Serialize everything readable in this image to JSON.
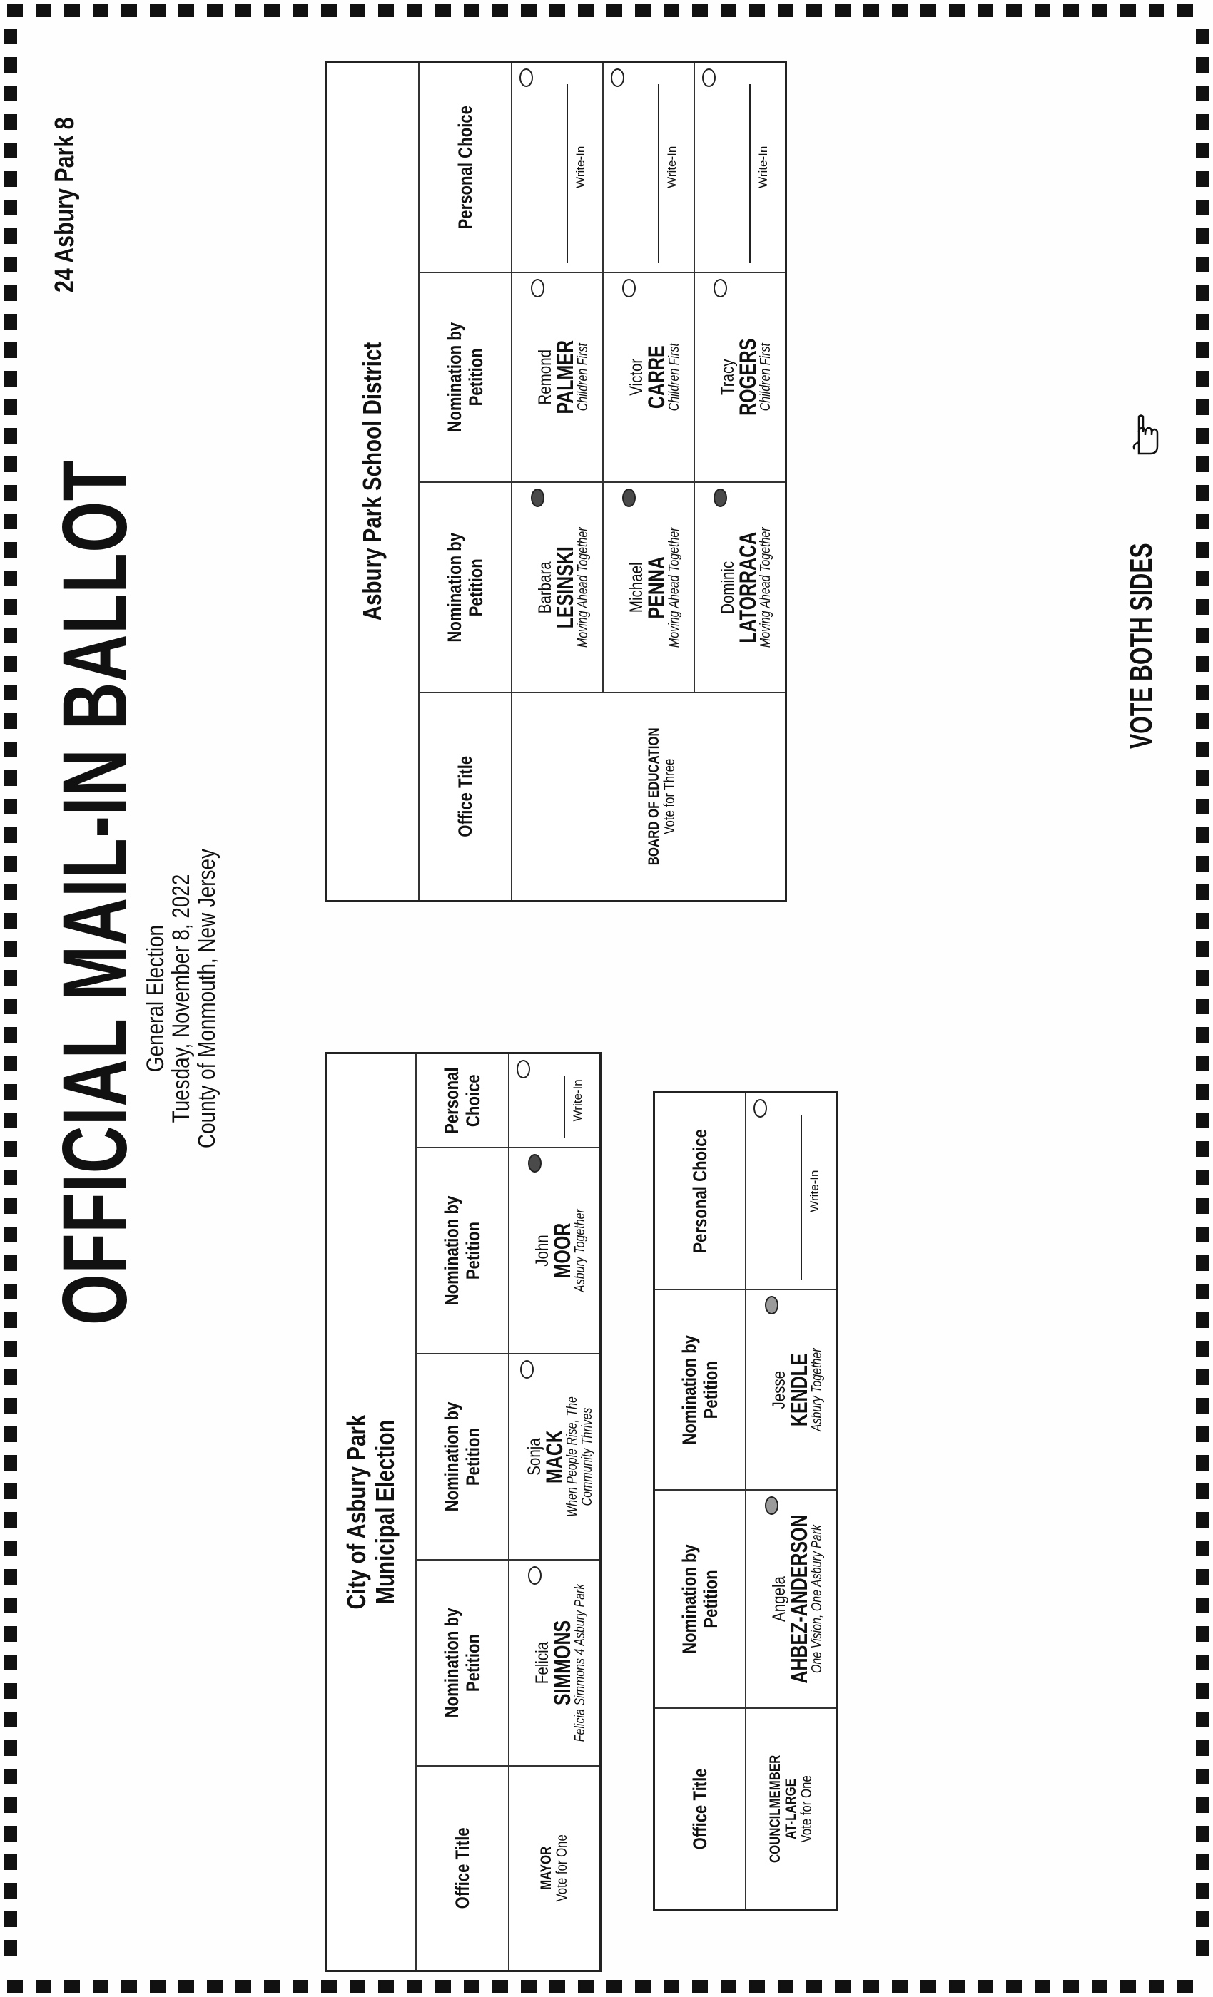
{
  "ballot": {
    "title": "OFFICIAL MAIL-IN BALLOT",
    "subtitle_line1": "General Election",
    "subtitle_line2": "Tuesday, November 8, 2022",
    "subtitle_line3": "County of Monmouth, New Jersey",
    "precinct": "24 Asbury Park 8",
    "footer": "VOTE BOTH SIDES",
    "footer_icon": "pointing-hand-icon"
  },
  "headers": {
    "office_title": "Office Title",
    "nomination_line1": "Nomination by",
    "nomination_line2": "Petition",
    "personal_choice": "Personal Choice",
    "write_in": "Write-In"
  },
  "city": {
    "title_line1": "City of Asbury Park",
    "title_line2": "Municipal Election",
    "mayor": {
      "office": "MAYOR",
      "vote_for": "Vote for One",
      "candidates": [
        {
          "first": "Felicia",
          "last": "SIMMONS",
          "party": "Felicia Simmons 4 Asbury Park",
          "marked": false
        },
        {
          "first": "Sonja",
          "last": "MACK",
          "party": "When People Rise, The Community Thrives",
          "marked": false
        },
        {
          "first": "John",
          "last": "MOOR",
          "party": "Asbury Together",
          "marked": true
        }
      ]
    },
    "council": {
      "office_line1": "COUNCILMEMBER",
      "office_line2": "AT-LARGE",
      "vote_for": "Vote for One",
      "candidates": [
        {
          "first": "Angela",
          "last": "AHBEZ-ANDERSON",
          "party": "One Vision, One Asbury Park",
          "marked": true
        },
        {
          "first": "Jesse",
          "last": "KENDLE",
          "party": "Asbury Together",
          "marked": true
        }
      ]
    }
  },
  "school": {
    "title": "Asbury Park School District",
    "office": "BOARD OF EDUCATION",
    "vote_for": "Vote for Three",
    "rows": [
      {
        "a_first": "Barbara",
        "a_last": "LESINSKI",
        "a_party": "Moving Ahead Together",
        "a_marked": true,
        "b_first": "Remond",
        "b_last": "PALMER",
        "b_party": "Children First",
        "b_marked": false
      },
      {
        "a_first": "Michael",
        "a_last": "PENNA",
        "a_party": "Moving Ahead Together",
        "a_marked": true,
        "b_first": "Victor",
        "b_last": "CARRE",
        "b_party": "Children First",
        "b_marked": false
      },
      {
        "a_first": "Dominic",
        "a_last": "LATORRACA",
        "a_party": "Moving Ahead Together",
        "a_marked": true,
        "b_first": "Tracy",
        "b_last": "ROGERS",
        "b_party": "Children First",
        "b_marked": false
      }
    ]
  }
}
